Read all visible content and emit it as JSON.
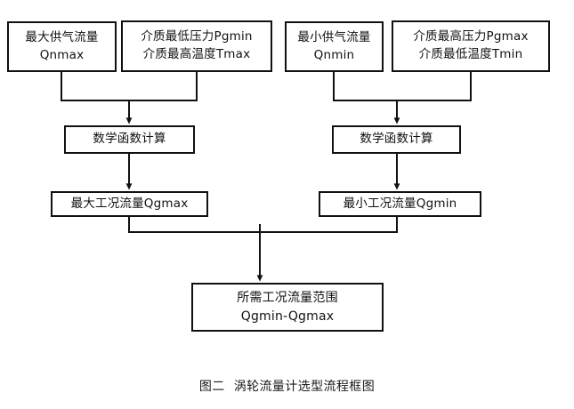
{
  "figure": {
    "caption_number": "图二",
    "caption_title": "涡轮流量计选型流程框图",
    "background_color": "#ffffff",
    "stroke_color": "#111111"
  },
  "nodes": {
    "qnmax": {
      "line1": "最大供气流量",
      "line2": "Qnmax"
    },
    "pgmin_tmax": {
      "line1": "介质最低压力Pgmin",
      "line2": "介质最高温度Tmax"
    },
    "qnmin": {
      "line1": "最小供气流量",
      "line2": "Qnmin"
    },
    "pgmax_tmin": {
      "line1": "介质最高压力Pgmax",
      "line2": "介质最低温度Tmin"
    },
    "calc_left": {
      "line1": "数学函数计算"
    },
    "calc_right": {
      "line1": "数学函数计算"
    },
    "qgmax": {
      "line1": "最大工况流量Qgmax"
    },
    "qgmin": {
      "line1": "最小工况流量Qgmin"
    },
    "range": {
      "line1": "所需工况流量范围",
      "line2": "Qgmin-Qgmax"
    }
  },
  "chart_data": {
    "type": "flowchart",
    "title": "图二  涡轮流量计选型流程框图",
    "nodes": [
      {
        "id": "qnmax",
        "label": "最大供气流量 Qnmax",
        "level": 1,
        "branch": "left"
      },
      {
        "id": "pgmin_tmax",
        "label": "介质最低压力Pgmin 介质最高温度Tmax",
        "level": 1,
        "branch": "left"
      },
      {
        "id": "qnmin",
        "label": "最小供气流量 Qnmin",
        "level": 1,
        "branch": "right"
      },
      {
        "id": "pgmax_tmin",
        "label": "介质最高压力Pgmax 介质最低温度Tmin",
        "level": 1,
        "branch": "right"
      },
      {
        "id": "calc_left",
        "label": "数学函数计算",
        "level": 2,
        "branch": "left"
      },
      {
        "id": "calc_right",
        "label": "数学函数计算",
        "level": 2,
        "branch": "right"
      },
      {
        "id": "qgmax",
        "label": "最大工况流量Qgmax",
        "level": 3,
        "branch": "left"
      },
      {
        "id": "qgmin",
        "label": "最小工况流量Qgmin",
        "level": 3,
        "branch": "right"
      },
      {
        "id": "range",
        "label": "所需工况流量范围 Qgmin-Qgmax",
        "level": 4,
        "branch": "center"
      }
    ],
    "edges": [
      {
        "from": "qnmax",
        "to": "calc_left",
        "arrow": true
      },
      {
        "from": "pgmin_tmax",
        "to": "calc_left",
        "arrow": true
      },
      {
        "from": "qnmin",
        "to": "calc_right",
        "arrow": true
      },
      {
        "from": "pgmax_tmin",
        "to": "calc_right",
        "arrow": true
      },
      {
        "from": "calc_left",
        "to": "qgmax",
        "arrow": true
      },
      {
        "from": "calc_right",
        "to": "qgmin",
        "arrow": true
      },
      {
        "from": "qgmax",
        "to": "range",
        "arrow": true
      },
      {
        "from": "qgmin",
        "to": "range",
        "arrow": true
      }
    ]
  }
}
